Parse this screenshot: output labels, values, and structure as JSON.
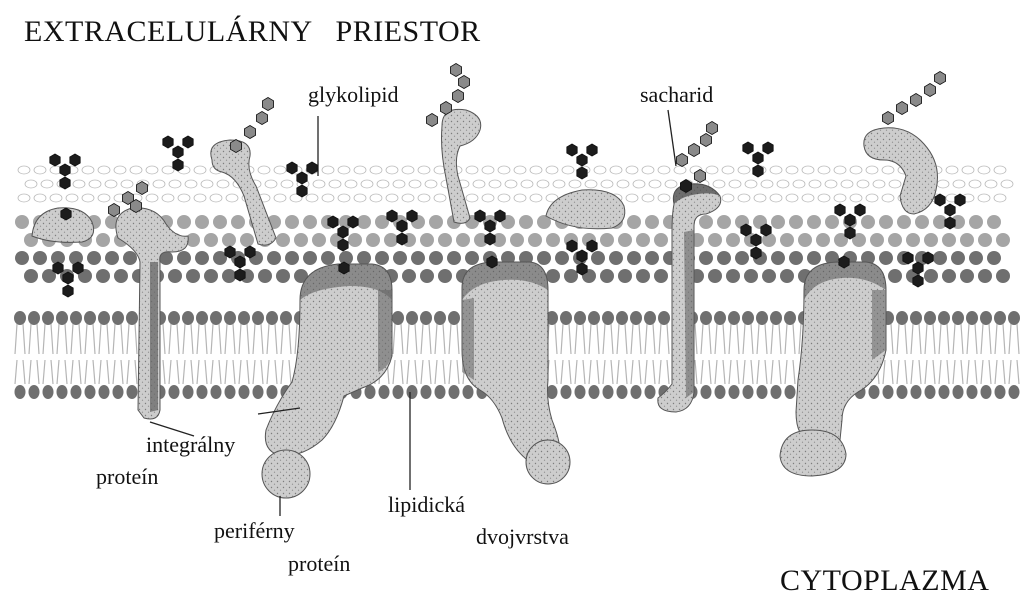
{
  "regions": {
    "extracellular": "EXTRACELULÁRNY   PRIESTOR",
    "cytoplasm": "CYTOPLAZMA"
  },
  "labels": {
    "glycolipid": "glykolipid",
    "saccharide": "sacharid",
    "integral_protein_line1": "integrálny",
    "integral_protein_line2": "proteín",
    "peripheral_protein_line1": "periférny",
    "peripheral_protein_line2": "proteín",
    "lipid_bilayer_line1": "lipidická",
    "lipid_bilayer_line2": "dvojvrstva"
  },
  "colors": {
    "protein_fill": "#c9c9c9",
    "protein_shade": "#6a6a6a",
    "sugar_dark": "#1c1c1c",
    "sugar_light": "#8a8a8a",
    "lipid_head_outer": "#6f6f6f",
    "lipid_head_inner": "#a5a5a5",
    "lipid_tail": "#b5b5b5",
    "background": "#ffffff"
  }
}
